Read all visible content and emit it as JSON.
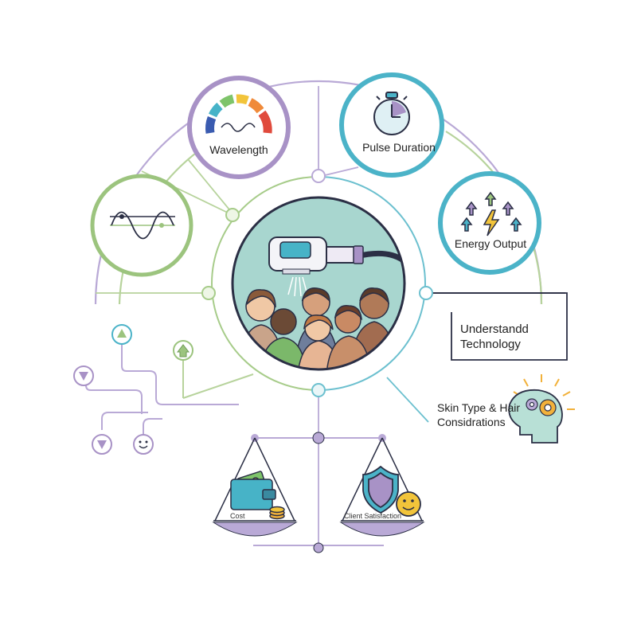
{
  "diagram": {
    "nodes": {
      "wavelength": {
        "label": "Wavelength",
        "icon": "wavelength-gauge-icon"
      },
      "pulse_duration": {
        "label": "Pulse Duration",
        "icon": "stopwatch-icon"
      },
      "energy_output": {
        "label": "Energy Output",
        "icon": "energy-arrows-icon"
      },
      "wave": {
        "icon": "sine-wave-icon"
      }
    },
    "center": {
      "icon": "laser-device-over-diverse-people-icon"
    },
    "callouts": {
      "understand": "Understandd Technology",
      "skin": "Skin Type & Hair Considrations"
    },
    "balance": {
      "left_label": "Cost",
      "right_label": "Client Satisfaction",
      "left_icon": "wallet-coins-icon",
      "right_icon": "shield-smiley-icon"
    },
    "flow_icons": [
      "up-arrow-icon",
      "home-up-icon",
      "down-arrow-icon",
      "down-arrow-icon",
      "smiley-icon"
    ],
    "colors": {
      "purple": "#a892c6",
      "teal": "#4bb3c8",
      "green": "#9cc47e",
      "light_teal": "#a6d4cd",
      "dark": "#2b2f45"
    }
  }
}
